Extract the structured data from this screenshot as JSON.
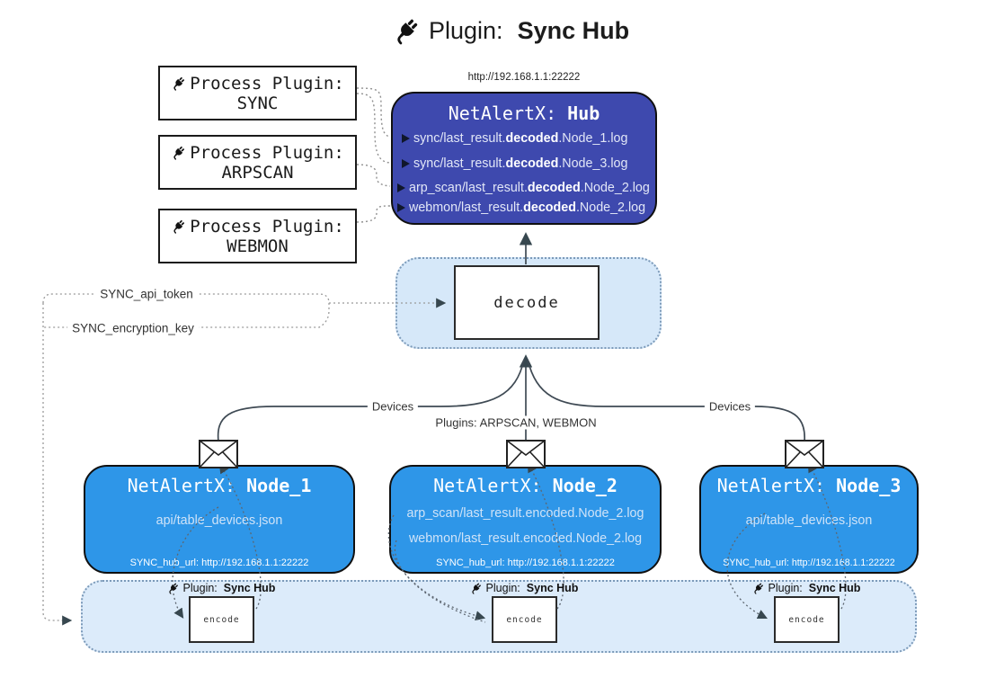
{
  "title": {
    "prefix": "Plugin:",
    "name": "Sync Hub"
  },
  "process_plugins": [
    {
      "line1": "Process Plugin:",
      "name": "SYNC"
    },
    {
      "line1": "Process Plugin:",
      "name": "ARPSCAN"
    },
    {
      "line1": "Process Plugin:",
      "name": "WEBMON"
    }
  ],
  "hub": {
    "url": "http://192.168.1.1:22222",
    "title_prefix": "NetAlertX:",
    "title_name": "Hub",
    "lines": [
      {
        "pre": "sync/last_result.",
        "bold": "decoded",
        "post": ".Node_1.log"
      },
      {
        "pre": "sync/last_result.",
        "bold": "decoded",
        "post": ".Node_3.log"
      },
      {
        "pre": "arp_scan/last_result.",
        "bold": "decoded",
        "post": ".Node_2.log"
      },
      {
        "pre": "webmon/last_result.",
        "bold": "decoded",
        "post": ".Node_2.log"
      }
    ]
  },
  "decode": {
    "label": "decode"
  },
  "tokens": {
    "api_token": "SYNC_api_token",
    "encryption_key": "SYNC_encryption_key"
  },
  "edges": {
    "devices_left": "Devices",
    "plugins_center": "Plugins: ARPSCAN, WEBMON",
    "devices_right": "Devices"
  },
  "nodes": [
    {
      "title_prefix": "NetAlertX:",
      "title_name": "Node_1",
      "lines": [
        "api/table_devices.json"
      ],
      "footer": "SYNC_hub_url: http://192.168.1.1:22222"
    },
    {
      "title_prefix": "NetAlertX:",
      "title_name": "Node_2",
      "lines": [
        "arp_scan/last_result.encoded.Node_2.log",
        "webmon/last_result.encoded.Node_2.log"
      ],
      "footer": "SYNC_hub_url: http://192.168.1.1:22222"
    },
    {
      "title_prefix": "NetAlertX:",
      "title_name": "Node_3",
      "lines": [
        "api/table_devices.json"
      ],
      "footer": "SYNC_hub_url: http://192.168.1.1:22222"
    }
  ],
  "encoders": [
    {
      "label_prefix": "Plugin:",
      "label_name": "Sync Hub",
      "box": "encode"
    },
    {
      "label_prefix": "Plugin:",
      "label_name": "Sync Hub",
      "box": "encode"
    },
    {
      "label_prefix": "Plugin:",
      "label_name": "Sync Hub",
      "box": "encode"
    }
  ],
  "colors": {
    "hub_bg": "#3e49ae",
    "node_bg": "#2e96e8",
    "panel_bg": "#d6e8f9",
    "strip_bg": "#dcebfa",
    "arrow": "#37474f"
  }
}
